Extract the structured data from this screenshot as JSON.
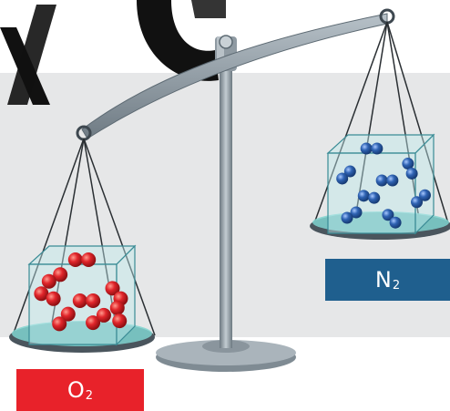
{
  "labels": {
    "left": {
      "base": "O",
      "sub": "2"
    },
    "right": {
      "base": "N",
      "sub": "2"
    }
  },
  "colors": {
    "o2_label": "#e8222a",
    "n2_label": "#1f5f8e",
    "backdrop": "#e6e7e8",
    "metal": "#8e9aa3",
    "metal_dark": "#5d6a73",
    "pan_water": "#7fd3cf",
    "box_glass": "#bfe8ea",
    "oxygen_atom": "#e1262b",
    "nitrogen_atom": "#2f63b3"
  },
  "molecules": {
    "left_count": 8,
    "right_count": 8
  }
}
